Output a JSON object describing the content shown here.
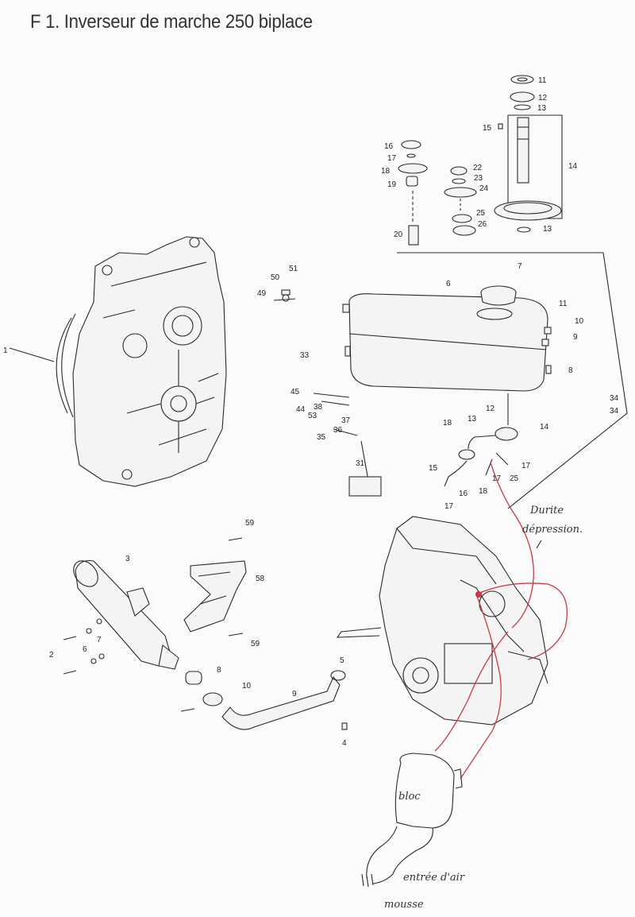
{
  "title": "F 1. Inverseur de marche 250 biplace",
  "part_labels": {
    "p1": "1",
    "p2": "2",
    "p3": "3",
    "p4": "4",
    "p5": "5",
    "p6": "6",
    "p7": "7",
    "p8": "8",
    "p9": "9",
    "p10": "10",
    "p11": "11",
    "p12": "12",
    "p13": "13",
    "p14": "14",
    "p15": "15",
    "p16": "16",
    "p17": "17",
    "p18": "18",
    "p19": "19",
    "p20": "20",
    "p22": "22",
    "p23": "23",
    "p24": "24",
    "p25": "25",
    "p26": "26",
    "p31": "31",
    "p33": "33",
    "p34": "34",
    "p35": "35",
    "p36": "36",
    "p37": "37",
    "p38": "38",
    "p44": "44",
    "p45": "45",
    "p49": "49",
    "p50": "50",
    "p51": "51",
    "p53": "53",
    "p58": "58",
    "p59": "59"
  },
  "annotations": {
    "durite_line1": "Durite",
    "durite_line2": "dépression.",
    "bloc": "bloc",
    "entree_air": "entrée d'air",
    "mousse": "mousse"
  },
  "colors": {
    "ink": "#2a2a2a",
    "annotation_red": "#c83a4a",
    "paper": "#fbfbfb"
  }
}
